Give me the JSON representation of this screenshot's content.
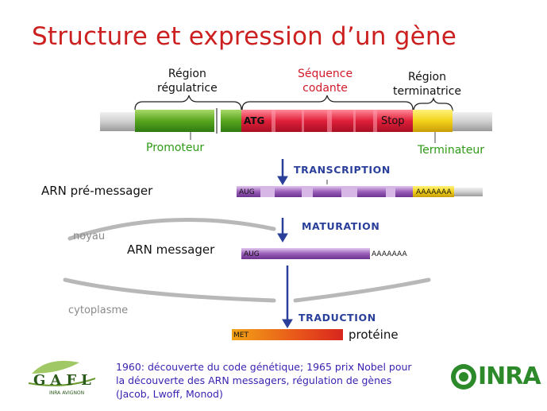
{
  "title": "Structure et expression d’un gène",
  "gene": {
    "region_regulatrice": [
      "Région",
      "régulatrice"
    ],
    "sequence_codante": [
      "Séquence",
      "codante"
    ],
    "region_terminatrice": [
      "Région",
      "terminatrice"
    ],
    "atg": "ATG",
    "stop": "Stop",
    "promoteur": "Promoteur",
    "terminateur": "Terminateur"
  },
  "steps": {
    "transcription": "TRANSCRIPTION",
    "maturation": "MATURATION",
    "traduction": "TRADUCTION"
  },
  "rna": {
    "pre_messager": "ARN pré-messager",
    "messager": "ARN messager",
    "aug": "AUG",
    "polya": "AAAAAAA",
    "met": "MET",
    "proteine": "protéine"
  },
  "compartments": {
    "noyau": "noyau",
    "cytoplasme": "cytoplasme"
  },
  "footer": [
    "1960: découverte du code génétique; 1965 prix Nobel pour",
    "la découverte des ARN messagers, régulation de gènes",
    "(Jacob, Lwoff, Monod)"
  ],
  "logos": {
    "gafl": "GAFL",
    "gafl_sub": "INRA AVIGNON",
    "inra": "INRA"
  },
  "colors": {
    "title": "#cc1f1f",
    "promoter_green": "#6bb52a",
    "coding_red": "#e0203a",
    "terminator_yellow": "#f2d21a",
    "rna_purple": "#9a5fb8",
    "arrow_blue": "#2a3f9a",
    "footer_text": "#3a1fb0"
  }
}
